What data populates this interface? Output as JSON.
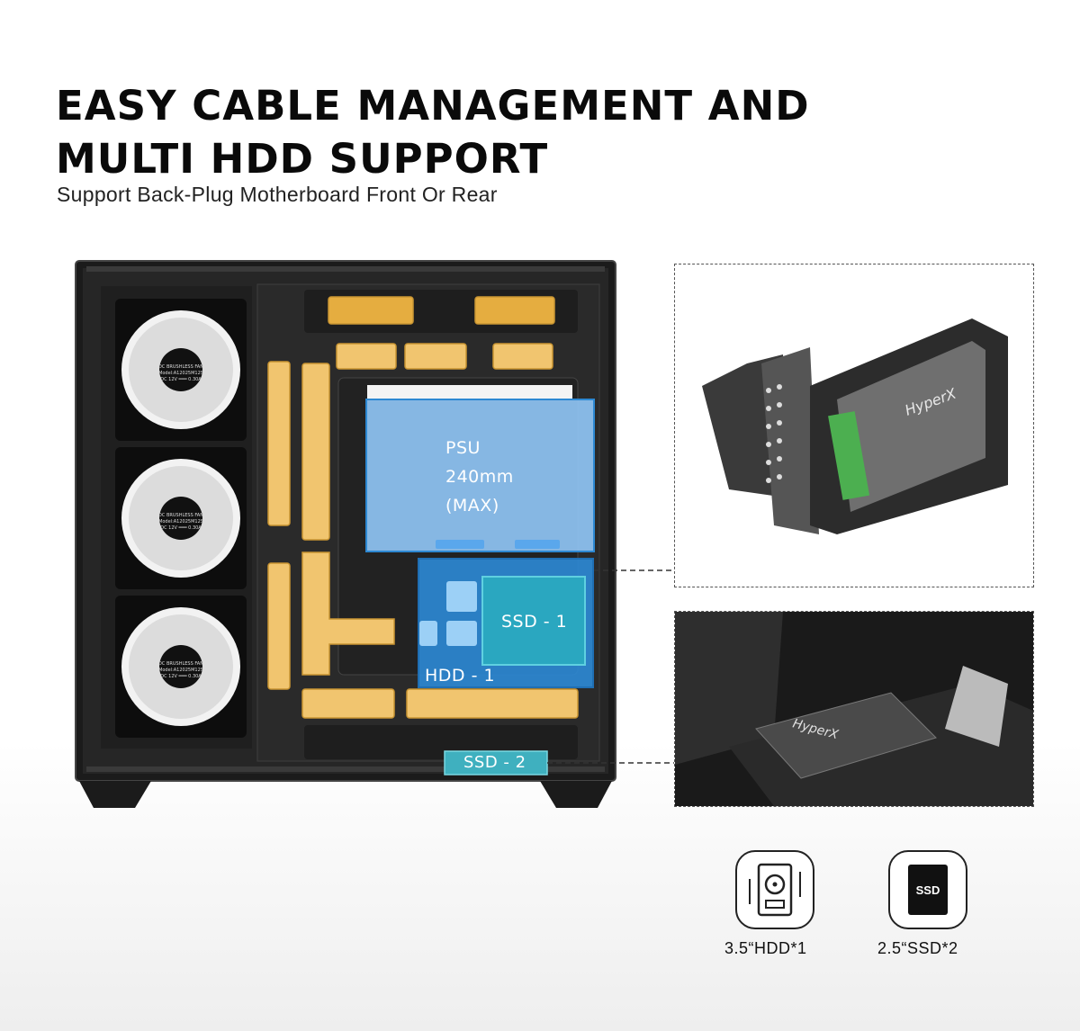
{
  "heading": {
    "line1": "EASY CABLE MANAGEMENT AND",
    "line2": "MULTI HDD SUPPORT",
    "subtitle": "Support Back-Plug Motherboard Front Or Rear"
  },
  "case_diagram": {
    "psu": {
      "line1": "PSU",
      "line2": "240mm",
      "line3": "(MAX)"
    },
    "ssd1": "SSD - 1",
    "hdd1": "HDD - 1",
    "ssd2": "SSD - 2",
    "fan_sticker": {
      "line1": "DC BRUSHLESS FAN",
      "line2": "Model:A12025M12S",
      "line3": "DC 12V ═══ 0.30A"
    }
  },
  "bracket_photo": {
    "brand_text": "HyperX"
  },
  "drive_support": [
    {
      "icon": "hdd-icon",
      "label": "3.5“HDD*1"
    },
    {
      "icon": "ssd-icon",
      "icon_text": "SSD",
      "label": "2.5“SSD*2"
    }
  ],
  "colors": {
    "cable_routing": "#f1c56f",
    "psu_zone": "#8fc4f4",
    "drive_zone": "#2d88d2",
    "ssd_zone": "#2aa7c0",
    "case": "#1d1d1d"
  }
}
